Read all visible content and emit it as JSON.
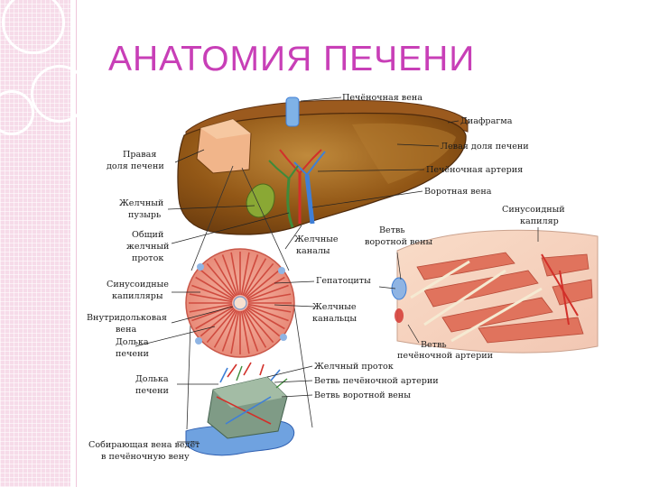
{
  "slide": {
    "title": "АНАТОМИЯ ПЕЧЕНИ"
  },
  "labels": {
    "hepatic_vein": "Печёночная вена",
    "diaphragm": "Диафрагма",
    "right_lobe_1": "Правая",
    "right_lobe_2": "доля печени",
    "left_lobe": "Левая доля печени",
    "hepatic_artery": "Печёночная артерия",
    "portal_vein": "Воротная вена",
    "gallbladder_1": "Желчный",
    "gallbladder_2": "пузырь",
    "common_duct_1": "Общий",
    "common_duct_2": "желчный",
    "common_duct_3": "проток",
    "bile_canals_1": "Желчные",
    "bile_canals_2": "каналы",
    "sinusoid_capillary_1": "Синусоидный",
    "sinusoid_capillary_2": "капиляр",
    "portal_branch_top_1": "Ветвь",
    "portal_branch_top_2": "воротной вены",
    "sinusoid_capillaries_1": "Синусоидные",
    "sinusoid_capillaries_2": "капилляры",
    "hepatocytes": "Гепатоциты",
    "bile_canaliculi_1": "Желчные",
    "bile_canaliculi_2": "канальцы",
    "intralobular_vein_1": "Внутридольковая",
    "intralobular_vein_2": "вена",
    "lobule_mid_1": "Долька",
    "lobule_mid_2": "печени",
    "artery_branch_1": "Ветвь",
    "artery_branch_2": "печёночной артерии",
    "bile_duct": "Желчный проток",
    "lobule_low_1": "Долька",
    "lobule_low_2": "печени",
    "hepatic_artery_branch": "Ветвь печёночной артерии",
    "portal_vein_branch": "Ветвь воротной вены",
    "collecting_vein_1": "Собирающая вена ведёт",
    "collecting_vein_2": "в печёночную вену"
  },
  "colors": {
    "title": "#c83fb7",
    "side_stripe": "#f6dbe9",
    "liver": "#8a5214",
    "liver_highlight": "#b07a2c",
    "lobule": "#d9534a",
    "vein_blue": "#3f7fd6",
    "artery_red": "#d2302a",
    "bile_green": "#3f8a3a"
  }
}
